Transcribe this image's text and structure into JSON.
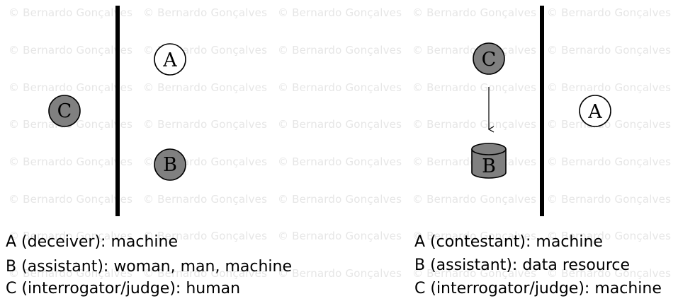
{
  "watermark": {
    "text": "© Bernardo Gonçalves"
  },
  "left_scenario": {
    "nodes": {
      "a": {
        "label": "A",
        "fill": "#ffffff"
      },
      "b": {
        "label": "B",
        "fill": "#808080"
      },
      "c": {
        "label": "C",
        "fill": "#808080"
      }
    },
    "roles": [
      "A (deceiver): machine",
      "B (assistant): woman, man, machine",
      "C (interrogator/judge): human"
    ]
  },
  "right_scenario": {
    "nodes": {
      "a": {
        "label": "A",
        "fill": "#ffffff"
      },
      "b": {
        "label": "B",
        "fill": "#808080",
        "shape": "cylinder"
      },
      "c": {
        "label": "C",
        "fill": "#808080"
      }
    },
    "roles": [
      "A (contestant): machine",
      "B (assistant): data resource",
      "C (interrogator/judge): machine"
    ]
  },
  "colors": {
    "stroke": "#000000",
    "dark_node": "#808080",
    "light_node": "#ffffff",
    "watermark": "#e6e6e6"
  }
}
